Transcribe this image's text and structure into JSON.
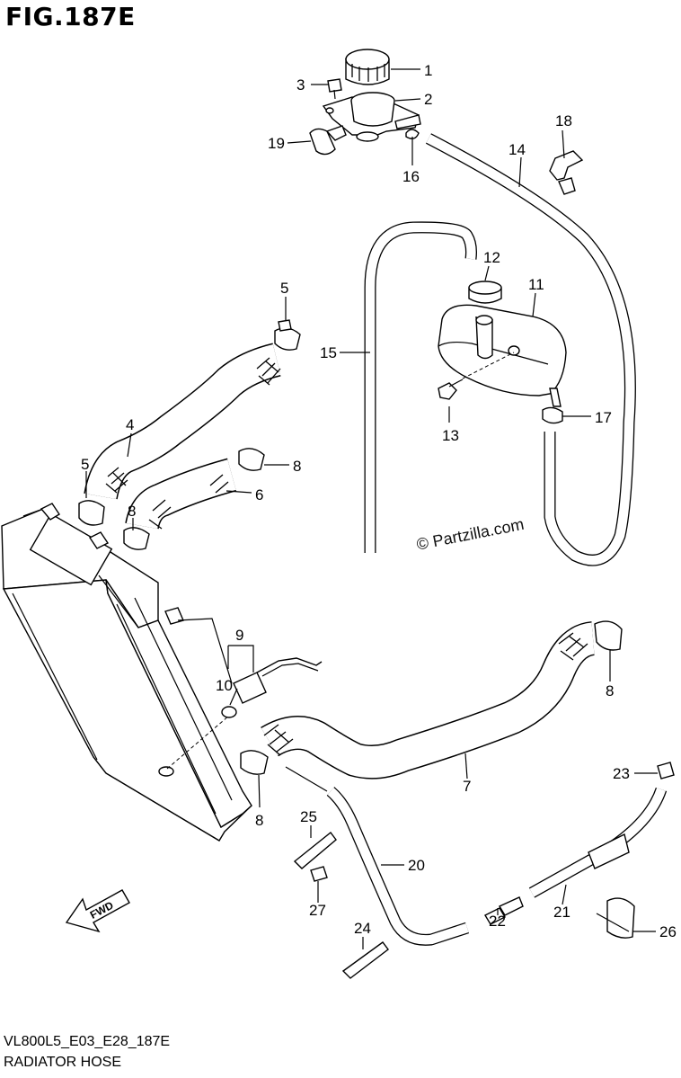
{
  "figure": {
    "title": "FIG.187E",
    "code": "VL800L5_E03_E28_187E",
    "name": "RADIATOR HOSE",
    "watermark": "© Partzilla.com",
    "direction_label": "FWD"
  },
  "callouts": [
    "1",
    "2",
    "3",
    "4",
    "5",
    "5",
    "6",
    "7",
    "8",
    "8",
    "8",
    "8",
    "9",
    "10",
    "11",
    "12",
    "13",
    "14",
    "15",
    "16",
    "17",
    "18",
    "19",
    "20",
    "21",
    "22",
    "23",
    "24",
    "25",
    "26",
    "27"
  ]
}
